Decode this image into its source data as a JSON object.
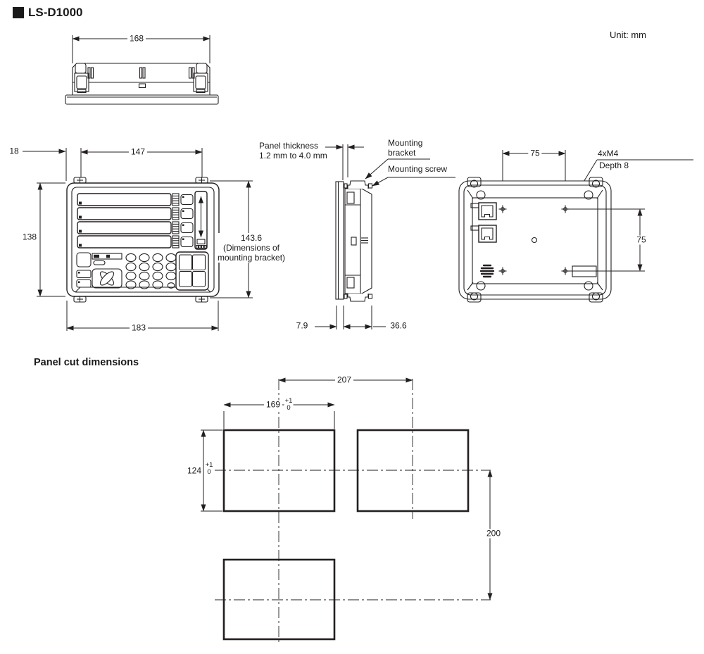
{
  "header": {
    "title": "LS-D1000",
    "unit_note": "Unit: mm"
  },
  "sections": {
    "panel_cut_heading": "Panel cut dimensions"
  },
  "top_view": {
    "dim_width": "168"
  },
  "front_view": {
    "dim_offset_left": "18",
    "dim_bracket_width": "147",
    "dim_height": "138",
    "dim_bracket_height": "143.6",
    "bracket_note_line1": "(Dimensions of",
    "bracket_note_line2": "mounting bracket)",
    "dim_width": "183"
  },
  "side_view": {
    "panel_thickness_line1": "Panel thickness",
    "panel_thickness_line2": "1.2 mm to 4.0 mm",
    "mounting_bracket_line1": "Mounting",
    "mounting_bracket_line2": "bracket",
    "mounting_screw": "Mounting screw",
    "dim_bezel_depth": "7.9",
    "dim_body_depth": "36.6"
  },
  "rear_view": {
    "dim_hole_spacing_top": "75",
    "dim_hole_spacing_right": "75",
    "screw_spec_line1": "4xM4",
    "screw_spec_line2": "Depth 8"
  },
  "panel_cut": {
    "dim_center_spacing_h": "207",
    "dim_cut_width": "169",
    "cut_width_tol_upper": "+1",
    "cut_width_tol_lower": "0",
    "dim_cut_height": "124",
    "cut_height_tol_upper": "+1",
    "cut_height_tol_lower": "0",
    "dim_center_spacing_v": "200"
  }
}
